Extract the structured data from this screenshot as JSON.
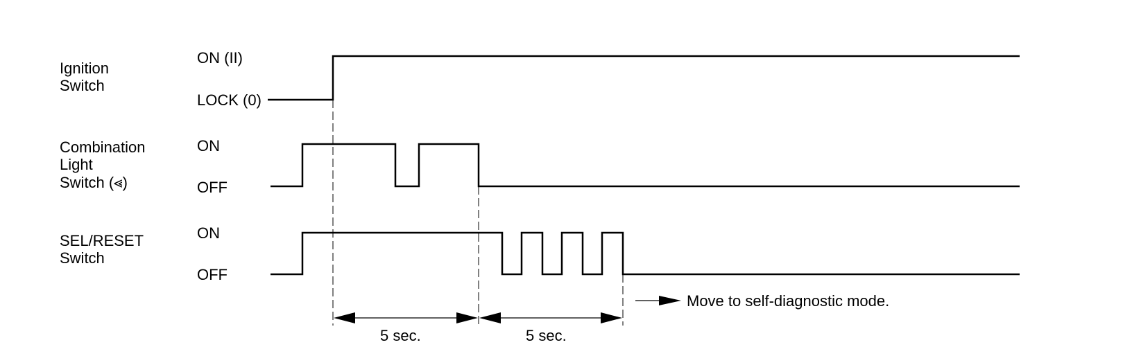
{
  "signals": [
    {
      "id": "ignition",
      "label_lines": [
        "Ignition",
        "Switch"
      ],
      "high_label": "ON (II)",
      "low_label": "LOCK (0)"
    },
    {
      "id": "combination",
      "label_lines": [
        "Combination",
        "Light",
        "Switch (⪡)"
      ],
      "high_label": "ON",
      "low_label": "OFF"
    },
    {
      "id": "selreset",
      "label_lines": [
        "SEL/RESET",
        "Switch"
      ],
      "high_label": "ON",
      "low_label": "OFF"
    }
  ],
  "intervals": [
    {
      "label": "5 sec."
    },
    {
      "label": "5 sec."
    }
  ],
  "note": "Move to self-diagnostic mode."
}
